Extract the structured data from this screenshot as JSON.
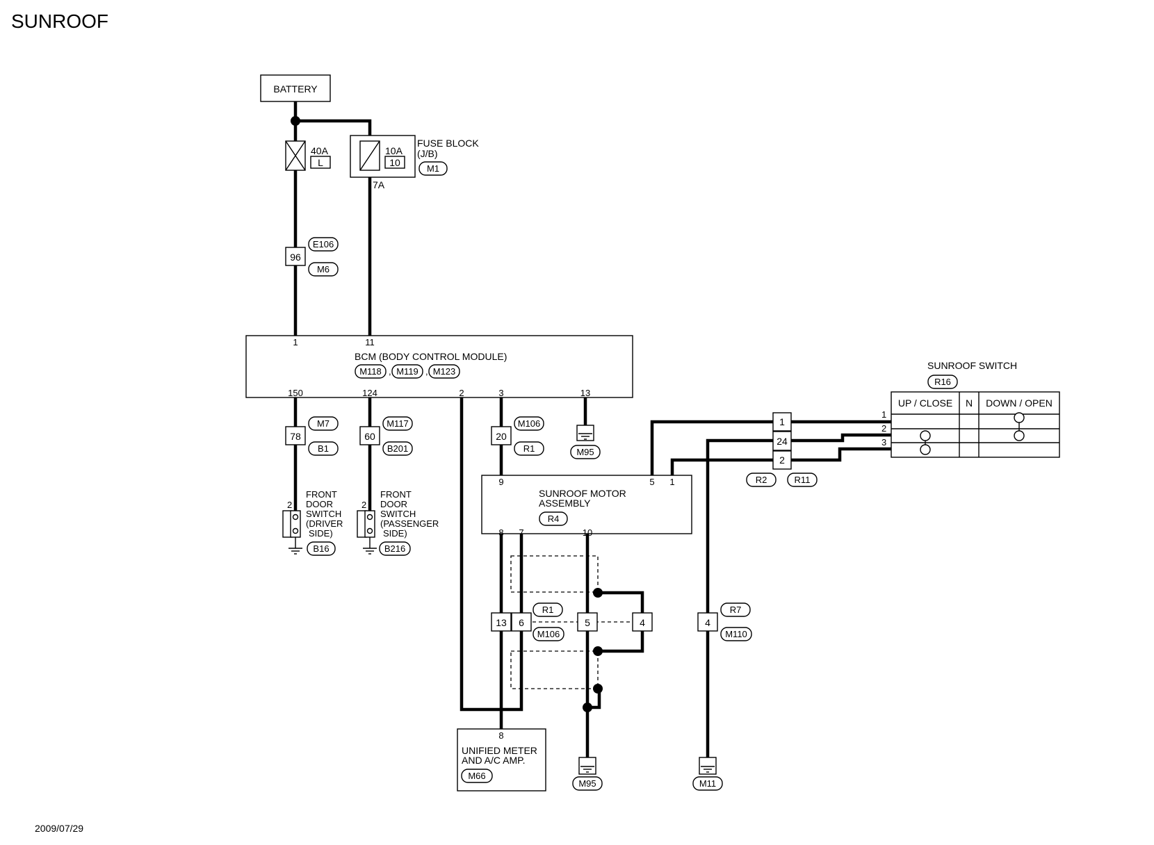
{
  "title": "SUNROOF",
  "date": "2009/07/29",
  "battery": "BATTERY",
  "fuse_40a": {
    "rating": "40A",
    "id": "L"
  },
  "fuse_10a": {
    "rating": "10A",
    "id": "10"
  },
  "fuse_block": {
    "label_1": "FUSE BLOCK",
    "label_2": "(J/B)",
    "connector": "M1",
    "terminal": "7A"
  },
  "joint_96": {
    "pin": "96",
    "conn_top": "E106",
    "conn_bottom": "M6"
  },
  "bcm": {
    "label": "BCM (BODY CONTROL MODULE)",
    "connectors": [
      "M118",
      "M119",
      "M123"
    ],
    "pins_top": [
      "1",
      "11"
    ],
    "pins_bottom": [
      "150",
      "124",
      "2",
      "3",
      "13"
    ]
  },
  "joint_78": {
    "pin": "78",
    "conn_top": "M7",
    "conn_bottom": "B1"
  },
  "joint_60": {
    "pin": "60",
    "conn_top": "M117",
    "conn_bottom": "B201"
  },
  "joint_20": {
    "pin": "20",
    "conn_top": "M106",
    "conn_bottom": "R1"
  },
  "ground_m95_top": "M95",
  "driver_switch": {
    "pin": "2",
    "lines": [
      "FRONT",
      "DOOR",
      "SWITCH",
      "(DRIVER",
      "SIDE)"
    ],
    "connector": "B16"
  },
  "passenger_switch": {
    "pin": "2",
    "lines": [
      "FRONT",
      "DOOR",
      "SWITCH",
      "(PASSENGER",
      "SIDE)"
    ],
    "connector": "B216"
  },
  "motor": {
    "label_1": "SUNROOF MOTOR",
    "label_2": "ASSEMBLY",
    "connector": "R4",
    "pins_top": [
      "9",
      "5",
      "1"
    ],
    "pins_bottom": [
      "8",
      "7",
      "10"
    ]
  },
  "joint_r2": {
    "pins": [
      "1",
      "24",
      "2"
    ],
    "conn_left": "R2",
    "conn_right": "R11"
  },
  "sunroof_switch": {
    "title": "SUNROOF SWITCH",
    "connector": "R16",
    "headers": [
      "UP / CLOSE",
      "N",
      "DOWN / OPEN"
    ],
    "rows": [
      "1",
      "2",
      "3"
    ]
  },
  "joint_r1": {
    "pins": [
      "13",
      "6",
      "5",
      "4"
    ],
    "conn_top": "R1",
    "conn_bottom": "M106"
  },
  "joint_r7": {
    "pin": "4",
    "conn_top": "R7",
    "conn_bottom": "M110"
  },
  "meter": {
    "pin": "8",
    "label_1": "UNIFIED METER",
    "label_2": "AND A/C AMP.",
    "connector": "M66"
  },
  "ground_m95_bottom": "M95",
  "ground_m11": "M11"
}
